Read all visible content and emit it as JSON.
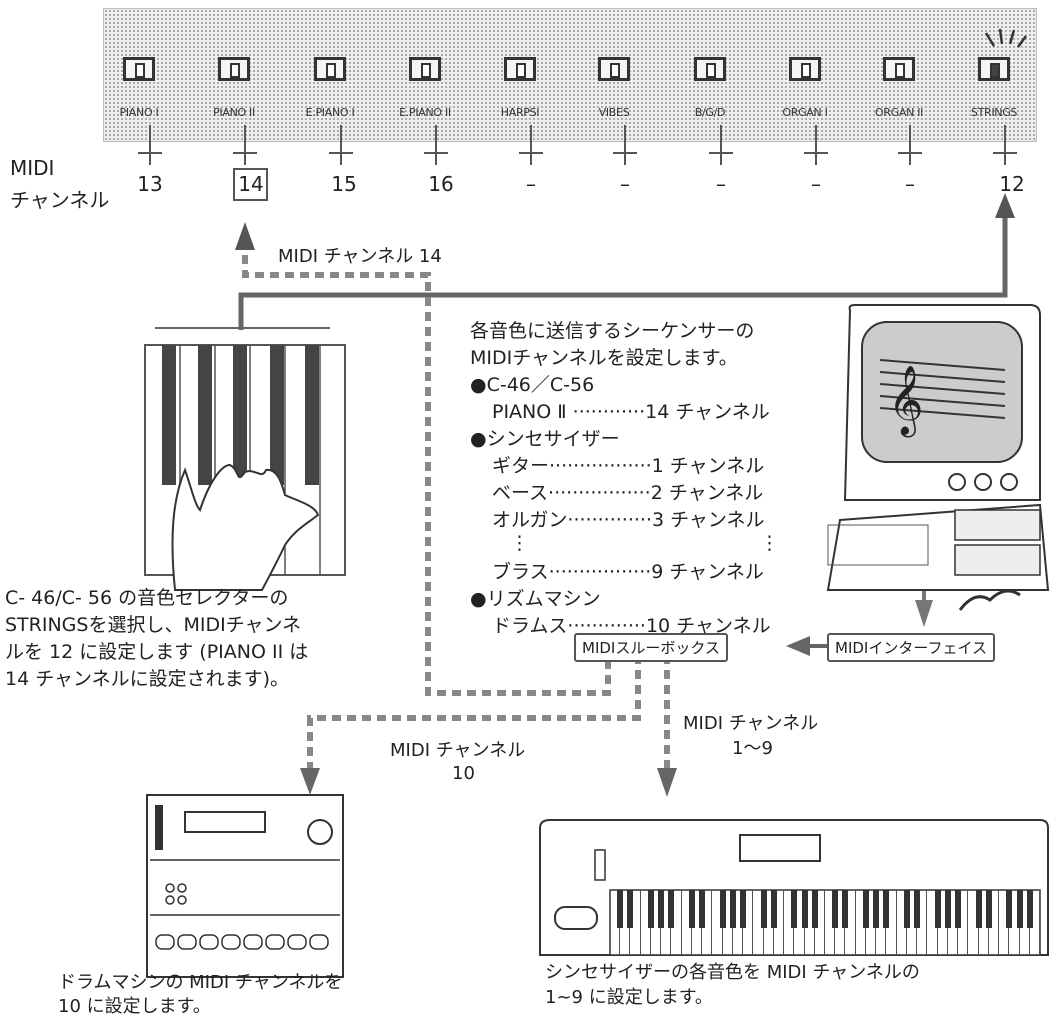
{
  "panel": {
    "buttons": [
      {
        "label": "PIANO I",
        "channel": "13",
        "lit": false
      },
      {
        "label": "PIANO II",
        "channel": "14",
        "lit": false
      },
      {
        "label": "E.PIANO I",
        "channel": "15",
        "lit": false
      },
      {
        "label": "E.PIANO II",
        "channel": "16",
        "lit": false
      },
      {
        "label": "HARPSI",
        "channel": "–",
        "lit": false
      },
      {
        "label": "VIBES",
        "channel": "–",
        "lit": false
      },
      {
        "label": "B/G/D",
        "channel": "–",
        "lit": false
      },
      {
        "label": "ORGAN I",
        "channel": "–",
        "lit": false
      },
      {
        "label": "ORGAN II",
        "channel": "–",
        "lit": false
      },
      {
        "label": "STRINGS",
        "channel": "12",
        "lit": true
      }
    ]
  },
  "midi_channel_heading": {
    "line1": "MIDI",
    "line2": "チャンネル"
  },
  "arrow_label_14": "MIDI チャンネル 14",
  "info": {
    "line1": "各音色に送信するシーケンサーの",
    "line2": "MIDIチャンネルを設定します。",
    "h1": "●C-46／C-56",
    "r1": "PIANO Ⅱ ············14 チャンネル",
    "h2": "●シンセサイザー",
    "r2": "ギター·················1 チャンネル",
    "r3": "ベース·················2 チャンネル",
    "r4": "オルガン··············3 チャンネル",
    "r5": "ブラス·················9 チャンネル",
    "h3": "●リズムマシン",
    "r6": "ドラムス·············10 チャンネル"
  },
  "keyboard_caption": {
    "l1": "C- 46/C- 56 の音色セレクターの",
    "l2": "STRINGSを選択し、MIDIチャンネ",
    "l3": "ルを 12 に設定します (PIANO II は",
    "l4": "14 チャンネルに設定されます)。"
  },
  "thru_box": "MIDIスルーボックス",
  "interface_box": "MIDIインターフェイス",
  "drum_channel_label": {
    "l1": "MIDI チャンネル",
    "l2": "10"
  },
  "synth_channel_label": {
    "l1": "MIDI チャンネル",
    "l2": "1〜9"
  },
  "drum_caption": {
    "l1": "ドラムマシンの MIDI チャンネルを",
    "l2": "10 に設定します。"
  },
  "synth_caption": {
    "l1": "シンセサイザーの各音色を MIDI チャンネルの",
    "l2": "1~9 に設定します。"
  }
}
